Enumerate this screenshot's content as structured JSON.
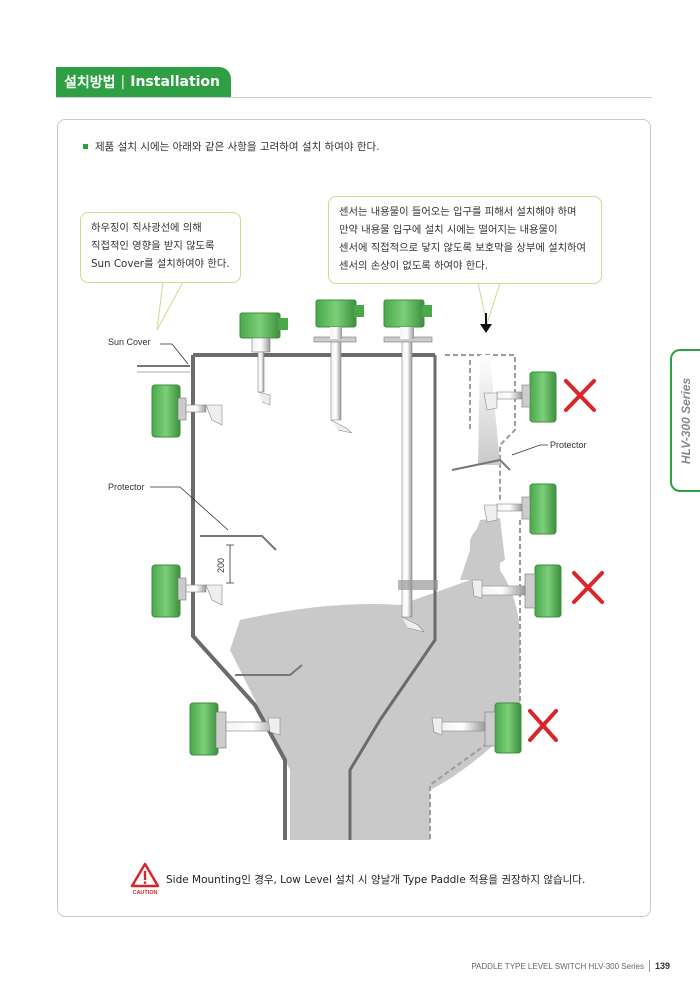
{
  "header": {
    "title_ko": "설치방법",
    "separator": "|",
    "title_en": "Installation"
  },
  "intro": "제품 설치 시에는 아래와 같은 사항을 고려하여 설치 하여야 한다.",
  "callouts": {
    "left": [
      "하우징이 직사광선에 의해",
      "직접적인 영향을 받지 않도록",
      "Sun Cover를 설치하여야 한다."
    ],
    "right": [
      "센서는 내용물이 들어오는 입구를 피해서 설치해야 하며",
      "만약 내용물 입구에 설치 시에는 떨어지는 내용물이",
      "센서에 직접적으로 닿지 않도록 보호막을 상부에 설치하여",
      "센서의 손상이 없도록 하여야 한다."
    ]
  },
  "diagram": {
    "sun_cover_label": "Sun Cover",
    "protector_left_label": "Protector",
    "protector_right_label": "Protector",
    "dimension_label": "200"
  },
  "side_tab": "HLV-300 Series",
  "caution": {
    "icon_label": "CAUTION",
    "text": "Side Mounting인 경우, Low Level 설치 시 양날개 Type Paddle 적용을 권장하지 않습니다."
  },
  "footer": {
    "text": "PADDLE TYPE LEVEL SWITCH  HLV-300 Series",
    "page": "139"
  },
  "colors": {
    "accent": "#2ea043",
    "sensor_green": "#5cb85c",
    "cross_red": "#d9262b",
    "material_gray": "#c8c8c8"
  }
}
